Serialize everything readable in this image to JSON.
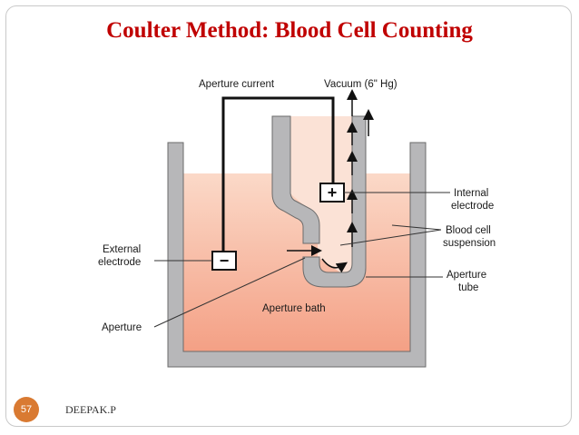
{
  "slide": {
    "title": "Coulter Method: Blood Cell Counting",
    "page_number": "57",
    "author": "DEEPAK.P"
  },
  "diagram": {
    "labels": {
      "aperture_current": "Aperture current",
      "vacuum": "Vacuum (6\" Hg)",
      "internal_electrode_1": "Internal",
      "internal_electrode_2": "electrode",
      "blood_cell_1": "Blood cell",
      "blood_cell_2": "suspension",
      "external_electrode_1": "External",
      "external_electrode_2": "electrode",
      "aperture_tube_1": "Aperture",
      "aperture_tube_2": "tube",
      "aperture_bath": "Aperture bath",
      "aperture": "Aperture"
    },
    "symbols": {
      "plus": "+",
      "minus": "−"
    },
    "colors": {
      "fluid_top": "#fbd9c8",
      "fluid_bottom": "#f4a085",
      "wall": "#b7b7b9",
      "wall_edge": "#6b6b6b",
      "title": "#c00000",
      "page_badge": "#d97a32"
    }
  }
}
